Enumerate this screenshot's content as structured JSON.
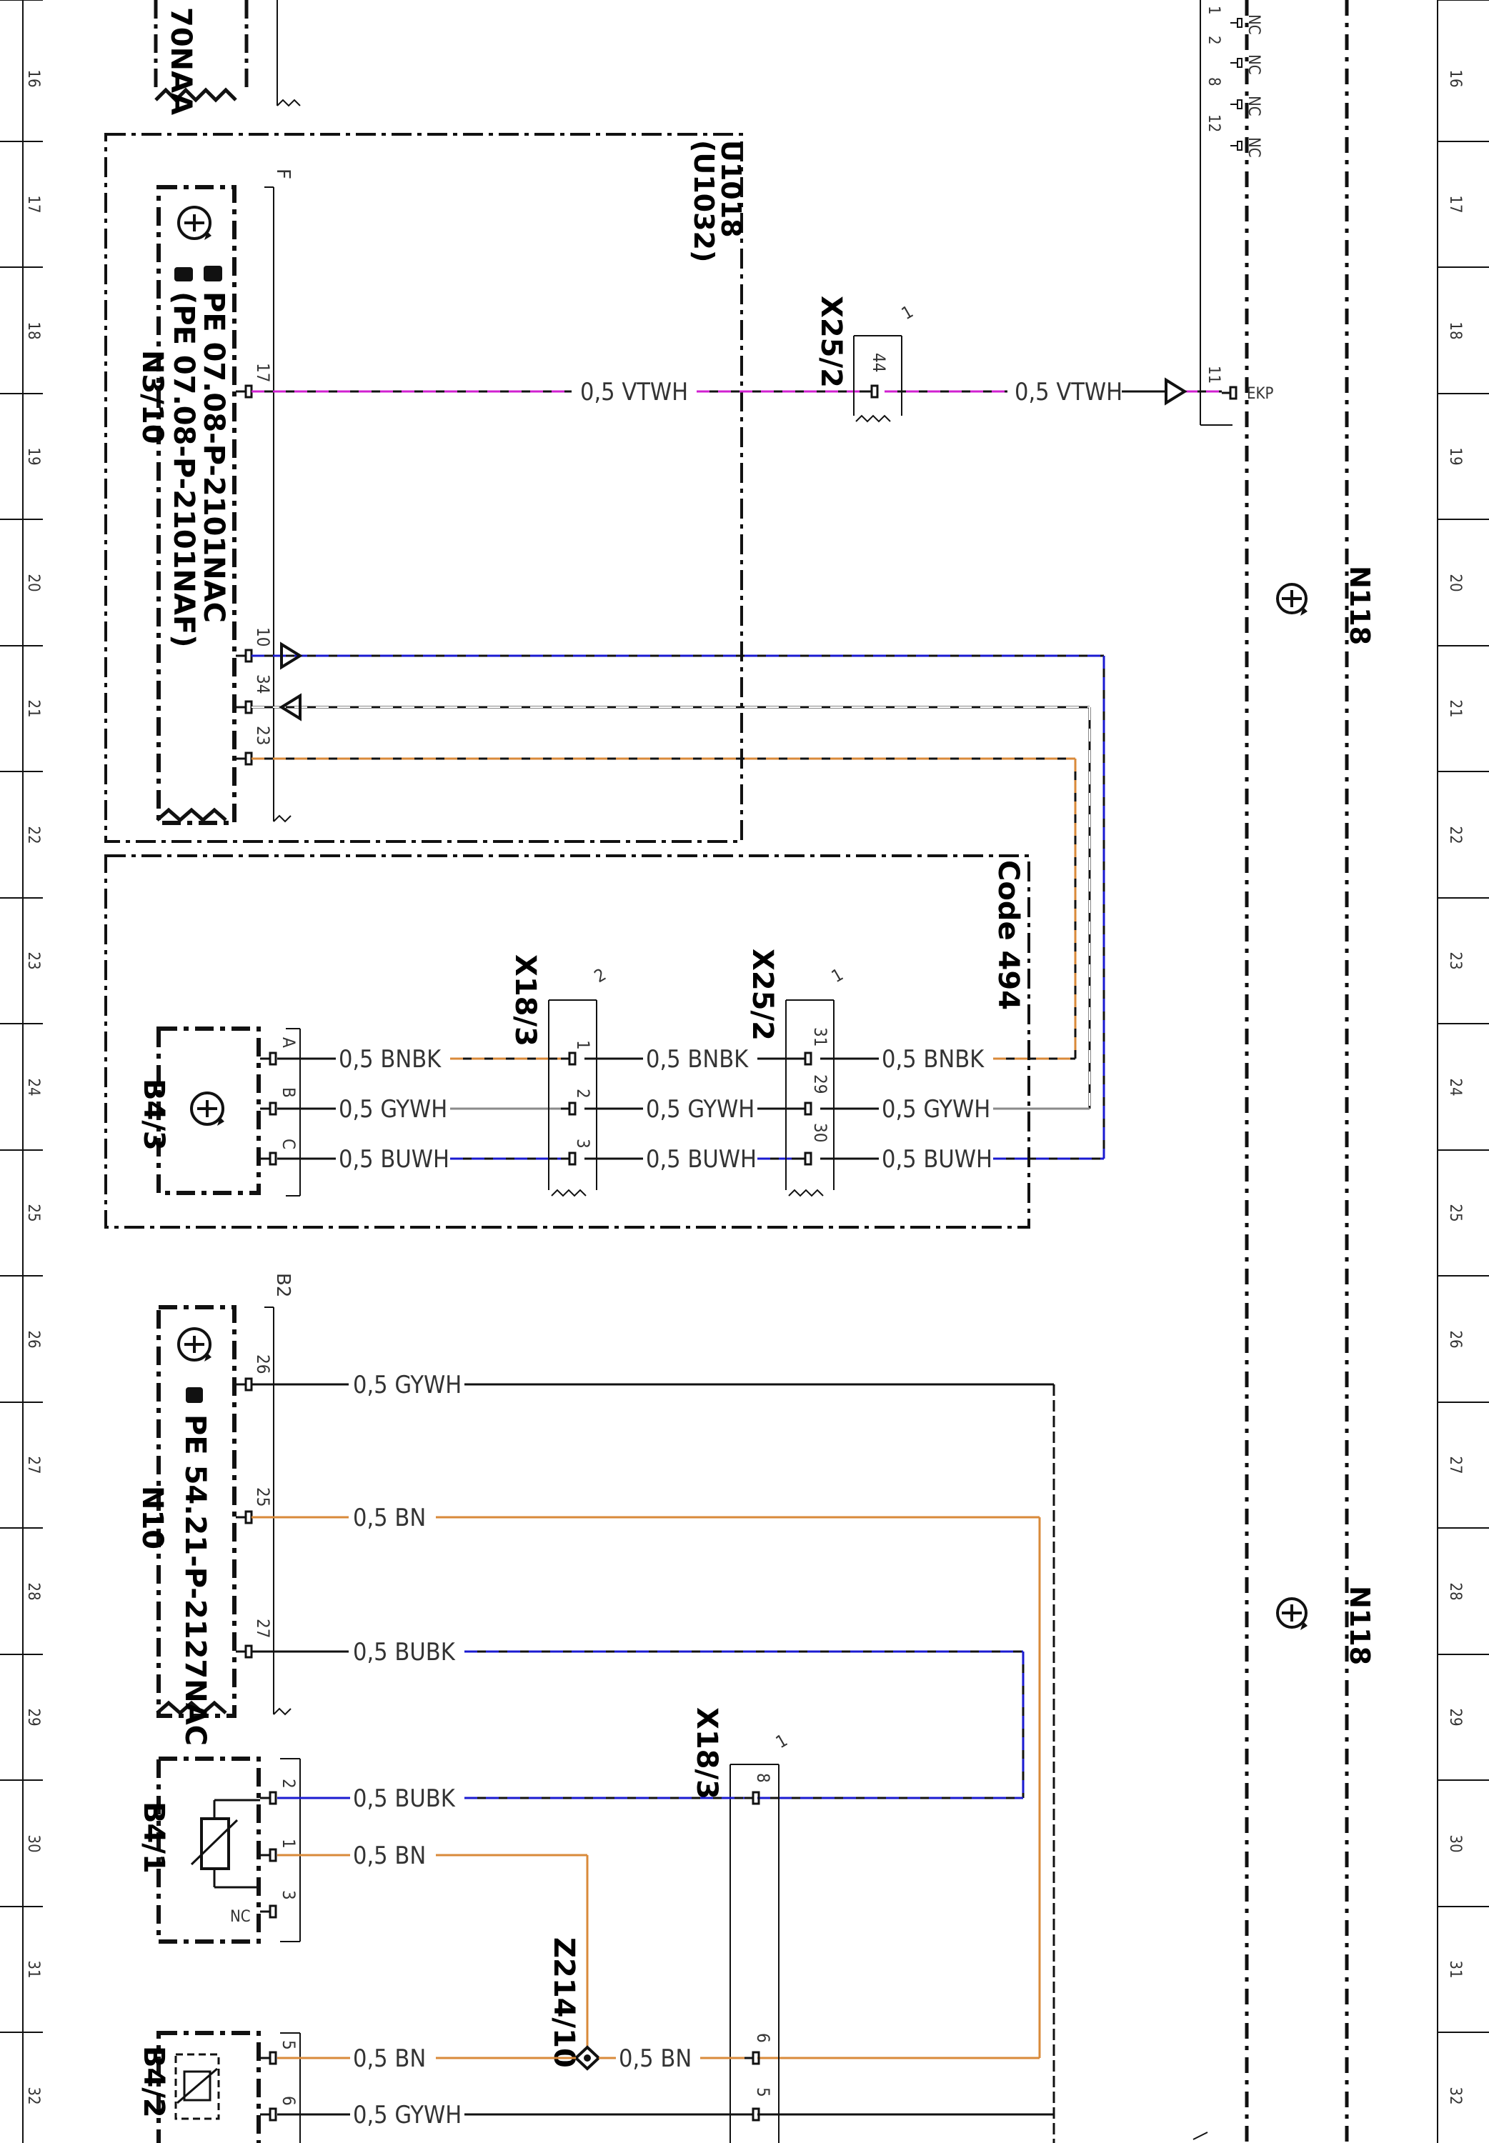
{
  "rulers": {
    "left_numbers": [
      "16",
      "17",
      "18",
      "19",
      "20",
      "21",
      "22",
      "23",
      "24",
      "25",
      "26",
      "27",
      "28",
      "29",
      "30",
      "31",
      "32"
    ],
    "right_numbers": [
      "16",
      "17",
      "18",
      "19",
      "20",
      "21",
      "22",
      "23",
      "24",
      "25",
      "26",
      "27",
      "28",
      "29",
      "30",
      "31",
      "32"
    ]
  },
  "components": {
    "top_partial_label": "70NAA",
    "u1018": {
      "line1": "U1018",
      "line2": "(U1032)"
    },
    "n3_10": {
      "name": "N3/10",
      "connector": "F",
      "ref1": "PE 07.08-P-2101NAC",
      "ref2": "(PE 07.08-P-2101NAF)",
      "pins": [
        "17",
        "10",
        "34",
        "23"
      ]
    },
    "code_494": "Code 494",
    "b4_3": {
      "name": "B4/3",
      "pins": [
        "A",
        "B",
        "C"
      ]
    },
    "n10": {
      "name": "N10",
      "connector": "B2",
      "ref": "PE 54.21-P-2127NAC",
      "pins": [
        "26",
        "25",
        "27"
      ]
    },
    "b4_1": {
      "name": "B4/1",
      "pins": [
        "2",
        "1",
        "3"
      ],
      "nc": "NC"
    },
    "b4_2": {
      "name": "B4/2",
      "pins": [
        "5",
        "6"
      ]
    },
    "n118_a": "N118",
    "n118_b": "N118",
    "n118_pins": {
      "pin_ekp": "11",
      "ekp": "EKP"
    },
    "n118_nc_pins": [
      "1",
      "2",
      "8",
      "12"
    ],
    "nc": "NC"
  },
  "connectors": {
    "x25_2_top": {
      "name": "X25/2",
      "index": "1",
      "pins": [
        "44"
      ]
    },
    "x18_3_upper": {
      "name": "X18/3",
      "index": "2",
      "pins": [
        "1",
        "2",
        "3"
      ]
    },
    "x25_2_mid": {
      "name": "X25/2",
      "index": "1",
      "pins": [
        "31",
        "29",
        "30"
      ]
    },
    "x18_3_lower": {
      "name": "X18/3",
      "index": "1",
      "pins": [
        "8",
        "6",
        "5"
      ]
    },
    "z214_10": {
      "name": "Z214/10"
    }
  },
  "wires": {
    "vtwh_1": "0,5 VTWH",
    "vtwh_2": "0,5 VTWH",
    "bnbk_1": "0,5 BNBK",
    "bnbk_2": "0,5 BNBK",
    "bnbk_3": "0,5 BNBK",
    "gywh_1": "0,5 GYWH",
    "gywh_2": "0,5 GYWH",
    "gywh_3": "0,5 GYWH",
    "buwh_1": "0,5 BUWH",
    "buwh_2": "0,5 BUWH",
    "buwh_3": "0,5 BUWH",
    "n10_gywh": "0,5 GYWH",
    "n10_bn": "0,5 BN",
    "n10_bubk": "0,5 BUBK",
    "b41_bubk": "0,5 BUBK",
    "b41_bn": "0,5 BN",
    "b42_bn_1": "0,5 BN",
    "b42_bn_2": "0,5 BN",
    "b42_gywh": "0,5 GYWH"
  },
  "colors": {
    "VT": "#d020d0",
    "BU": "#1a1ad0",
    "BN": "#d98a3a",
    "GY": "#8a8a8a",
    "BK": "#111111",
    "WH": "#ffffff",
    "line": "#111111",
    "thin": "#555555"
  }
}
